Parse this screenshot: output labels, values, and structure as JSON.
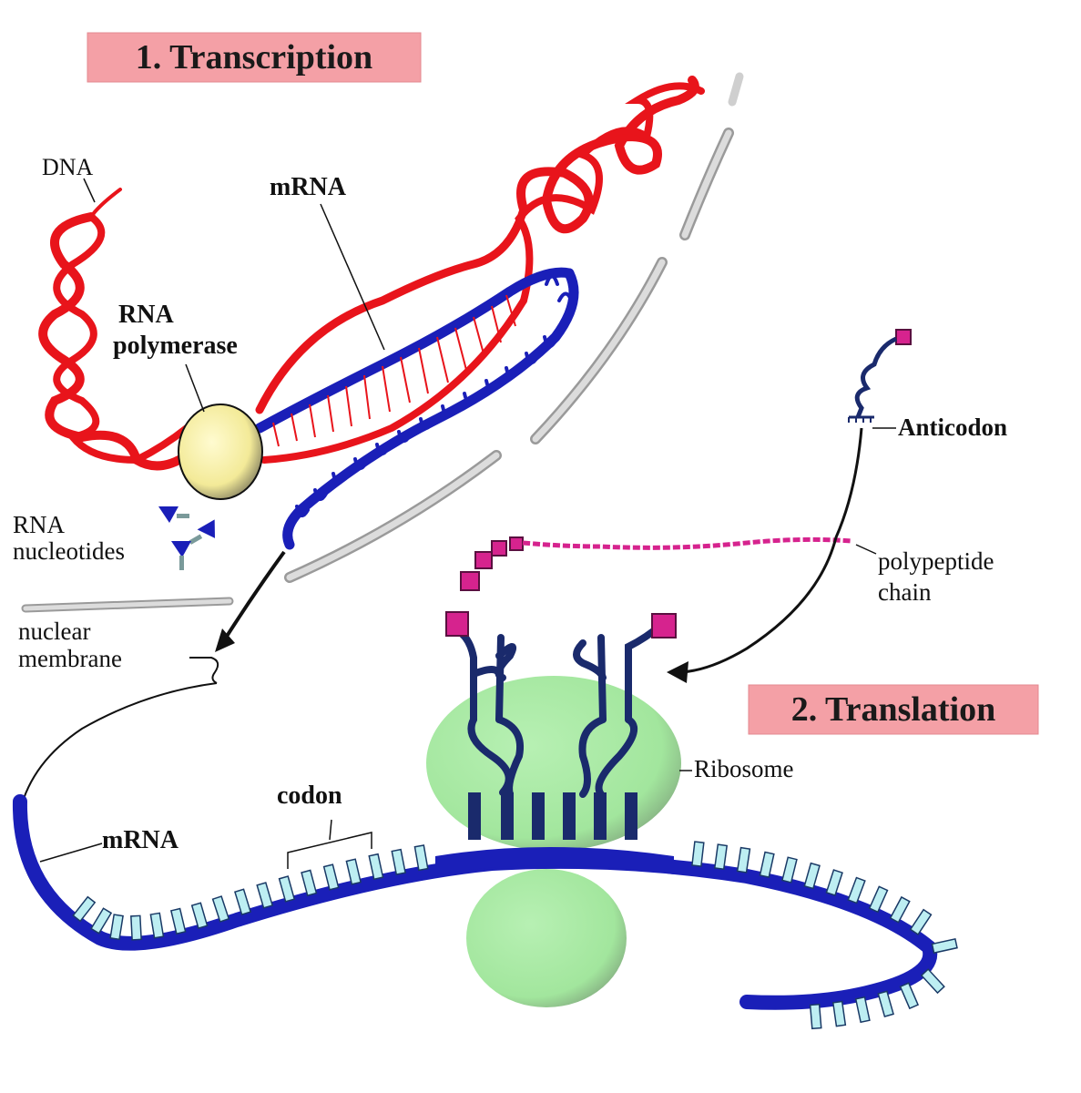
{
  "titles": {
    "transcription": "1. Transcription",
    "translation": "2. Translation"
  },
  "labels": {
    "dna": "DNA",
    "mrna_top": "mRNA",
    "rna_polymerase_line1": "RNA",
    "rna_polymerase_line2": "polymerase",
    "rna_nucleotides_line1": "RNA",
    "rna_nucleotides_line2": "nucleotides",
    "nuclear_membrane_line1": "nuclear",
    "nuclear_membrane_line2": "membrane",
    "anticodon": "Anticodon",
    "polypeptide_line1": "polypeptide",
    "polypeptide_line2": "chain",
    "ribosome": "Ribosome",
    "codon": "codon",
    "mrna_bottom": "mRNA"
  },
  "colors": {
    "dna": "#e8141b",
    "mrna": "#1a1fb8",
    "polymerase": "#f6f0a0",
    "ribosome": "#a6e8a2",
    "trna": "#1a2a6c",
    "amino_acid": "#d6238e",
    "membrane": "#d0d0d0",
    "title_box": "#f4a0a6",
    "codon_teeth": "#bdeef2"
  }
}
